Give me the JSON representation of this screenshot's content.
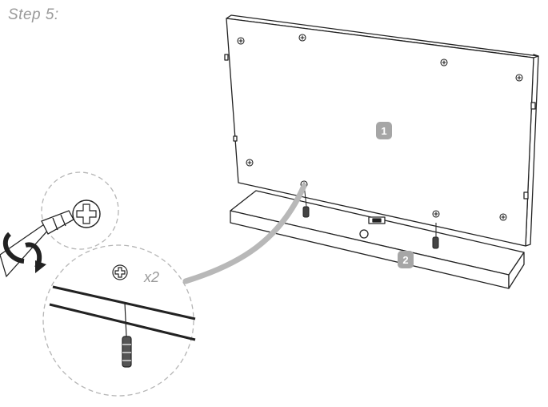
{
  "step": {
    "title": "Step 5:"
  },
  "parts": {
    "panel": {
      "badge": "1"
    },
    "base": {
      "badge": "2"
    }
  },
  "callout": {
    "quantity": "x2",
    "screw_icon": "phillips-screw-icon",
    "tool_icon": "screwdriver-icon"
  },
  "colors": {
    "line": "#222222",
    "badge_fill": "#a6a6a6",
    "badge_text": "#ffffff",
    "muted_text": "#9a9a9a",
    "dashed_circle": "#b5b5b5",
    "leader": "#b8b8b8"
  }
}
